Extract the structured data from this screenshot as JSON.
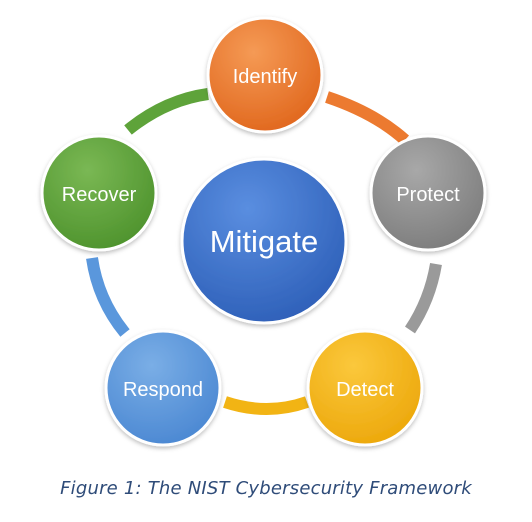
{
  "diagram": {
    "center": {
      "label": "Mitigate",
      "color": "#3a6cc8"
    },
    "nodes": [
      {
        "id": "identify",
        "label": "Identify",
        "color": "#ec7a30"
      },
      {
        "id": "protect",
        "label": "Protect",
        "color": "#8f8f8f"
      },
      {
        "id": "detect",
        "label": "Detect",
        "color": "#f2b414"
      },
      {
        "id": "respond",
        "label": "Respond",
        "color": "#5a97dc"
      },
      {
        "id": "recover",
        "label": "Recover",
        "color": "#5ea33a"
      }
    ]
  },
  "caption": "Figure 1: The NIST Cybersecurity Framework"
}
